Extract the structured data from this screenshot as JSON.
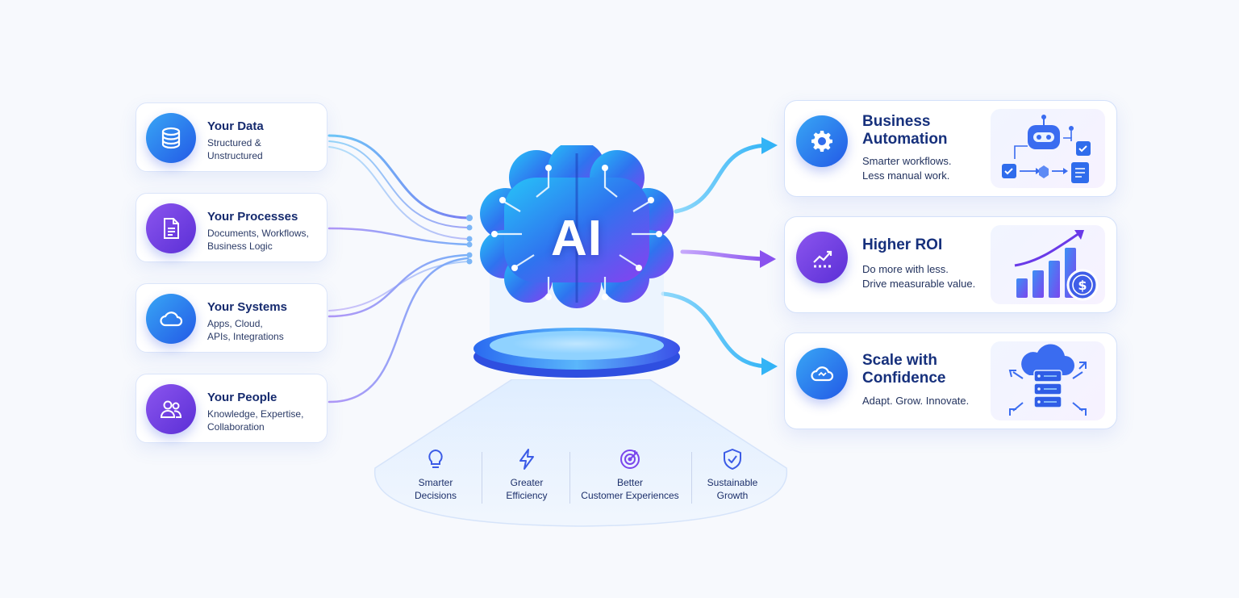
{
  "center": {
    "label": "AI"
  },
  "inputs": [
    {
      "title": "Your Data",
      "line1": "Structured &",
      "line2": "Unstructured",
      "icon": "database-icon",
      "gradient": "blue"
    },
    {
      "title": "Your Processes",
      "line1": "Documents, Workflows,",
      "line2": "Business Logic",
      "icon": "document-icon",
      "gradient": "purple"
    },
    {
      "title": "Your Systems",
      "line1": "Apps, Cloud,",
      "line2": "APIs, Integrations",
      "icon": "cloud-icon",
      "gradient": "blue"
    },
    {
      "title": "Your People",
      "line1": "Knowledge, Expertise,",
      "line2": "Collaboration",
      "icon": "people-icon",
      "gradient": "purple"
    }
  ],
  "outputs": [
    {
      "title1": "Business",
      "title2": "Automation",
      "desc1": "Smarter workflows.",
      "desc2": "Less manual work.",
      "icon": "gear-icon",
      "illustration": "robot-workflow-icon"
    },
    {
      "title1": "Higher ROI",
      "title2": "",
      "desc1": "Do more with less.",
      "desc2": "Drive measurable value.",
      "icon": "growth-chart-icon",
      "illustration": "bar-chart-dollar-icon"
    },
    {
      "title1": "Scale with",
      "title2": "Confidence",
      "desc1": "Adapt. Grow. Innovate.",
      "desc2": "",
      "icon": "cloud-sync-icon",
      "illustration": "cloud-server-icon"
    }
  ],
  "benefits": [
    {
      "line1": "Smarter",
      "line2": "Decisions",
      "icon": "lightbulb-icon"
    },
    {
      "line1": "Greater",
      "line2": "Efficiency",
      "icon": "lightning-icon"
    },
    {
      "line1": "Better",
      "line2": "Customer Experiences",
      "icon": "target-icon"
    },
    {
      "line1": "Sustainable",
      "line2": "Growth",
      "icon": "shield-check-icon"
    }
  ],
  "colors": {
    "blue": "#2f7ff0",
    "purple": "#7a46ec",
    "navy": "#152a6e",
    "cyan": "#4ec5f7"
  }
}
